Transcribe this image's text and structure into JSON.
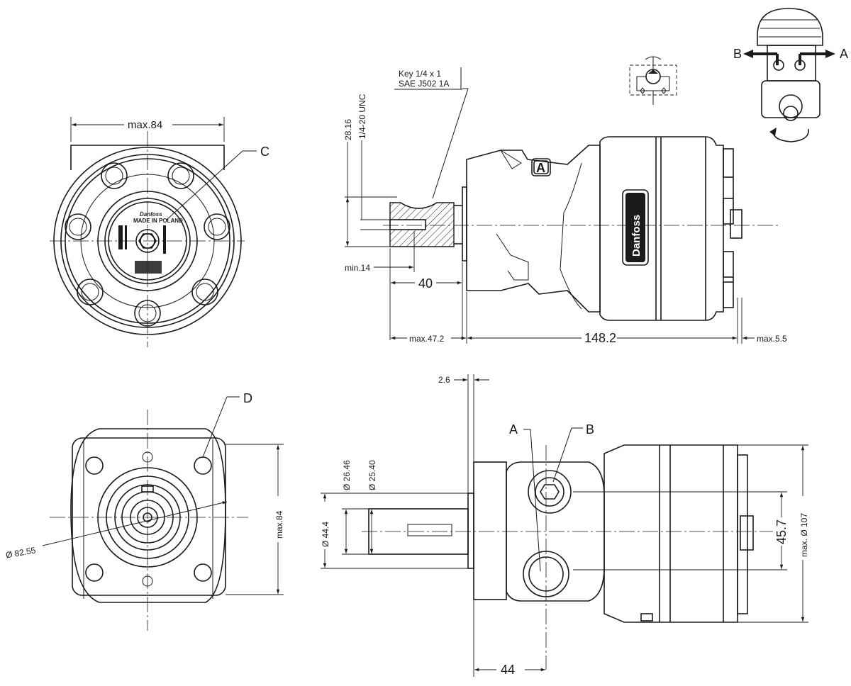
{
  "labels": {
    "c": "C",
    "d": "D",
    "a_top": "A",
    "b_top": "B",
    "a_port": "A",
    "b_port": "B",
    "port_mark": "A"
  },
  "brand": {
    "name": "Danfoss",
    "plate_logo": "Danfoss",
    "made_in": "MADE IN POLAND"
  },
  "annotations": {
    "key_line1": "Key 1/4 x 1",
    "key_line2": "SAE J502 1A",
    "thread": "1/4-20 UNC"
  },
  "dimensions": {
    "max84_top": "max.84",
    "d2816": "28.16",
    "min14": "min.14",
    "d40": "40",
    "max472": "max.47.2",
    "d1482": "148.2",
    "max55": "max.5.5",
    "d26": "2.6",
    "d44": "44",
    "dia444": "Ø 44.4",
    "dia2646": "Ø 26.46",
    "dia2540": "Ø 25.40",
    "d457": "45.7",
    "max107": "max. Ø 107",
    "dia8255": "Ø 82.55",
    "max84_bot": "max.84"
  },
  "colors": {
    "line": "#1a1a1a",
    "background": "#ffffff",
    "brand_plate": "#1a1a1a"
  }
}
